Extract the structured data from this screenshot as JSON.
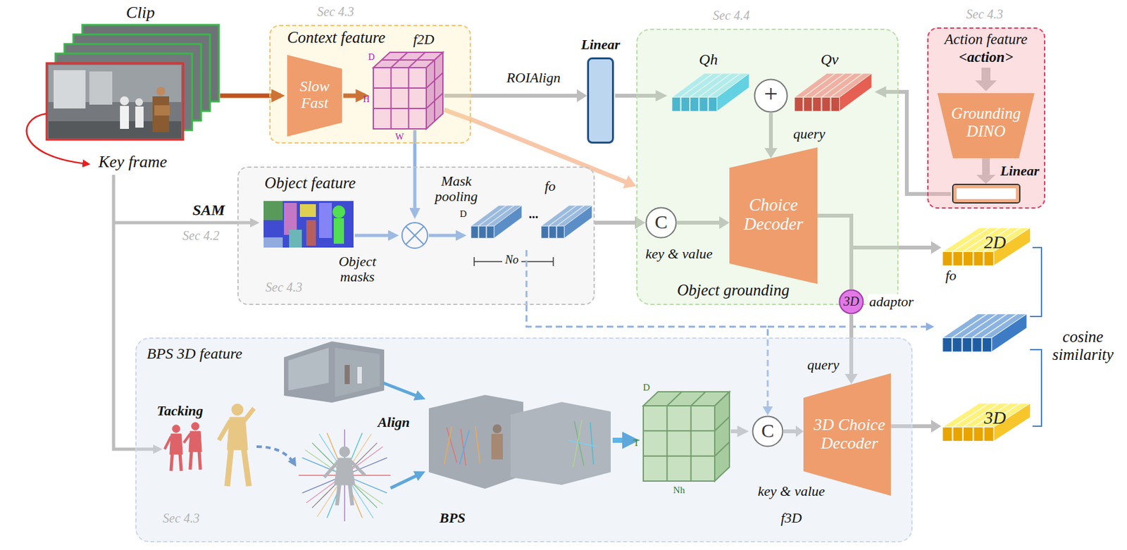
{
  "diagram": {
    "nodes": [
      {
        "text": [
          "Sec 4.3",
          "Context feature"
        ]
      },
      {
        "text": [
          "Slow Fast"
        ],
        "in": 0
      },
      {
        "text": [
          "Object feature",
          "Sec 4.3"
        ]
      },
      {
        "text": [
          "Sec 4.4",
          "Object grounding"
        ]
      },
      {
        "text": [
          "+"
        ],
        "in": 3
      },
      {
        "text": [
          "Choice Decoder"
        ],
        "in": 3
      },
      {
        "text": [
          "C"
        ],
        "in": 3
      },
      {
        "text": [
          "Linear"
        ]
      },
      {
        "text": [
          "Sec 4.3",
          "Action feature",
          "<action>"
        ]
      },
      {
        "text": [
          "Grounding DINO"
        ],
        "in": 8
      },
      {
        "text": [
          "Linear"
        ],
        "in": 8
      },
      {
        "text": [
          "2D"
        ]
      },
      {
        "text": [
          "3D",
          "adaptor"
        ]
      },
      {
        "text": [
          "BPS 3D feature",
          "Sec 4.3"
        ]
      },
      {
        "text": [
          "C"
        ],
        "in": 13
      },
      {
        "text": [
          "3D Choice Decoder"
        ],
        "in": 13
      },
      {
        "text": [
          "3D"
        ]
      }
    ],
    "edges": [
      {
        "from": 0,
        "to": 7,
        "label": "ROIAlign",
        "arrow": "to"
      },
      {
        "from": 0,
        "to": 3,
        "arrow": "to"
      },
      {
        "from": 2,
        "to": 6,
        "arrow": "to"
      },
      {
        "from": 4,
        "to": 5,
        "arrow": "to"
      },
      {
        "from": 6,
        "to": 5,
        "arrow": "to"
      },
      {
        "from": 5,
        "to": 11,
        "arrow": "to"
      },
      {
        "from": 5,
        "to": 12,
        "arrow": "none"
      },
      {
        "from": 12,
        "to": 15,
        "arrow": "to"
      },
      {
        "from": 2,
        "to": 14,
        "arrow": "to"
      },
      {
        "from": 14,
        "to": 15,
        "arrow": "to"
      },
      {
        "from": 15,
        "to": 16,
        "arrow": "to"
      },
      {
        "from": 9,
        "to": 10,
        "arrow": "to"
      }
    ],
    "labels": [
      "Clip",
      "Key frame",
      "f2D",
      "D",
      "H",
      "W",
      "Qh",
      "Qv",
      "query",
      "key & value",
      "SAM",
      "Sec 4.2",
      "Mask pooling",
      "Object masks",
      "fo",
      "D",
      "...",
      "No",
      "query",
      "key & value",
      "f3D",
      "D",
      "T",
      "Nh",
      "Tacking",
      "Align",
      "BPS",
      "fo",
      "cosine similarity"
    ]
  }
}
